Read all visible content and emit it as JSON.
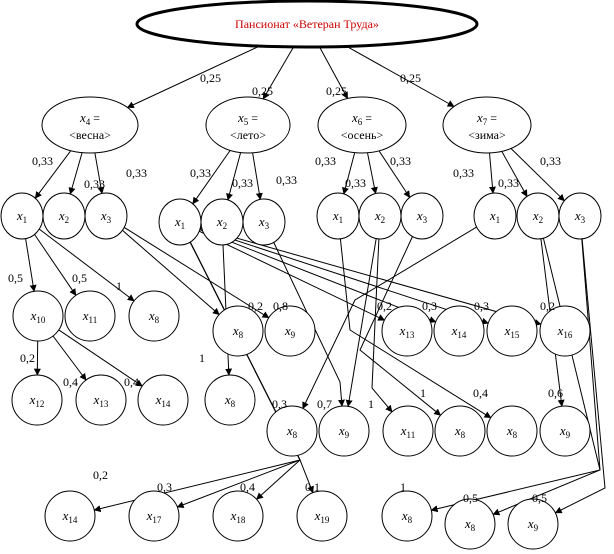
{
  "colors": {
    "root_text": "#cc0000",
    "stroke": "#000000",
    "background": "#ffffff"
  },
  "root": {
    "label": "Пансионат «Ветеран Труда»"
  },
  "nodes": [
    {
      "id": "x4",
      "var": "x",
      "sub": "4",
      "suffix": " =",
      "line2": "<весна>"
    },
    {
      "id": "x5",
      "var": "x",
      "sub": "5",
      "suffix": " =",
      "line2": "<лето>"
    },
    {
      "id": "x6",
      "var": "x",
      "sub": "6",
      "suffix": " =",
      "line2": "<осень>"
    },
    {
      "id": "x7",
      "var": "x",
      "sub": "7",
      "suffix": " =",
      "line2": "<зима>"
    },
    {
      "id": "s1a",
      "var": "x",
      "sub": "1"
    },
    {
      "id": "s2a",
      "var": "x",
      "sub": "2"
    },
    {
      "id": "s3a",
      "var": "x",
      "sub": "3"
    },
    {
      "id": "s1b",
      "var": "x",
      "sub": "1"
    },
    {
      "id": "s2b",
      "var": "x",
      "sub": "2"
    },
    {
      "id": "s3b",
      "var": "x",
      "sub": "3"
    },
    {
      "id": "s1c",
      "var": "x",
      "sub": "1"
    },
    {
      "id": "s2c",
      "var": "x",
      "sub": "2"
    },
    {
      "id": "s3c",
      "var": "x",
      "sub": "3"
    },
    {
      "id": "s1d",
      "var": "x",
      "sub": "1"
    },
    {
      "id": "s2d",
      "var": "x",
      "sub": "2"
    },
    {
      "id": "s3d",
      "var": "x",
      "sub": "3"
    },
    {
      "id": "x10",
      "var": "x",
      "sub": "10"
    },
    {
      "id": "x11a",
      "var": "x",
      "sub": "11"
    },
    {
      "id": "x8a",
      "var": "x",
      "sub": "8"
    },
    {
      "id": "x8b",
      "var": "x",
      "sub": "8"
    },
    {
      "id": "x9a",
      "var": "x",
      "sub": "9"
    },
    {
      "id": "x13a",
      "var": "x",
      "sub": "13"
    },
    {
      "id": "x14a",
      "var": "x",
      "sub": "14"
    },
    {
      "id": "x15",
      "var": "x",
      "sub": "15"
    },
    {
      "id": "x16",
      "var": "x",
      "sub": "16"
    },
    {
      "id": "x12",
      "var": "x",
      "sub": "12"
    },
    {
      "id": "x13b",
      "var": "x",
      "sub": "13"
    },
    {
      "id": "x14b",
      "var": "x",
      "sub": "14"
    },
    {
      "id": "x8c",
      "var": "x",
      "sub": "8"
    },
    {
      "id": "x8d",
      "var": "x",
      "sub": "8"
    },
    {
      "id": "x9b",
      "var": "x",
      "sub": "9"
    },
    {
      "id": "x11b",
      "var": "x",
      "sub": "11"
    },
    {
      "id": "x8e",
      "var": "x",
      "sub": "8"
    },
    {
      "id": "x8f",
      "var": "x",
      "sub": "8"
    },
    {
      "id": "x9c",
      "var": "x",
      "sub": "9"
    },
    {
      "id": "x14c",
      "var": "x",
      "sub": "14"
    },
    {
      "id": "x17",
      "var": "x",
      "sub": "17"
    },
    {
      "id": "x18",
      "var": "x",
      "sub": "18"
    },
    {
      "id": "x19",
      "var": "x",
      "sub": "19"
    },
    {
      "id": "x8g",
      "var": "x",
      "sub": "8"
    },
    {
      "id": "x8h",
      "var": "x",
      "sub": "8"
    },
    {
      "id": "x9d",
      "var": "x",
      "sub": "9"
    }
  ],
  "edge_labels": [
    "0,25",
    "0,25",
    "0,25",
    "0,25",
    "0,33",
    "0,33",
    "0,33",
    "0,33",
    "0,33",
    "0,33",
    "0,33",
    "0,33",
    "0,33",
    "0,33",
    "0,33",
    "0,33",
    "0,5",
    "0,5",
    "1",
    "0,2",
    "0,8",
    "0,2",
    "0,3",
    "0,3",
    "0,2",
    "0,2",
    "0,4",
    "0,4",
    "1",
    "0,3",
    "0,7",
    "1",
    "1",
    "0,4",
    "0,6",
    "0,2",
    "0,3",
    "0,4",
    "0,1",
    "1",
    "0,5",
    "0,5"
  ]
}
